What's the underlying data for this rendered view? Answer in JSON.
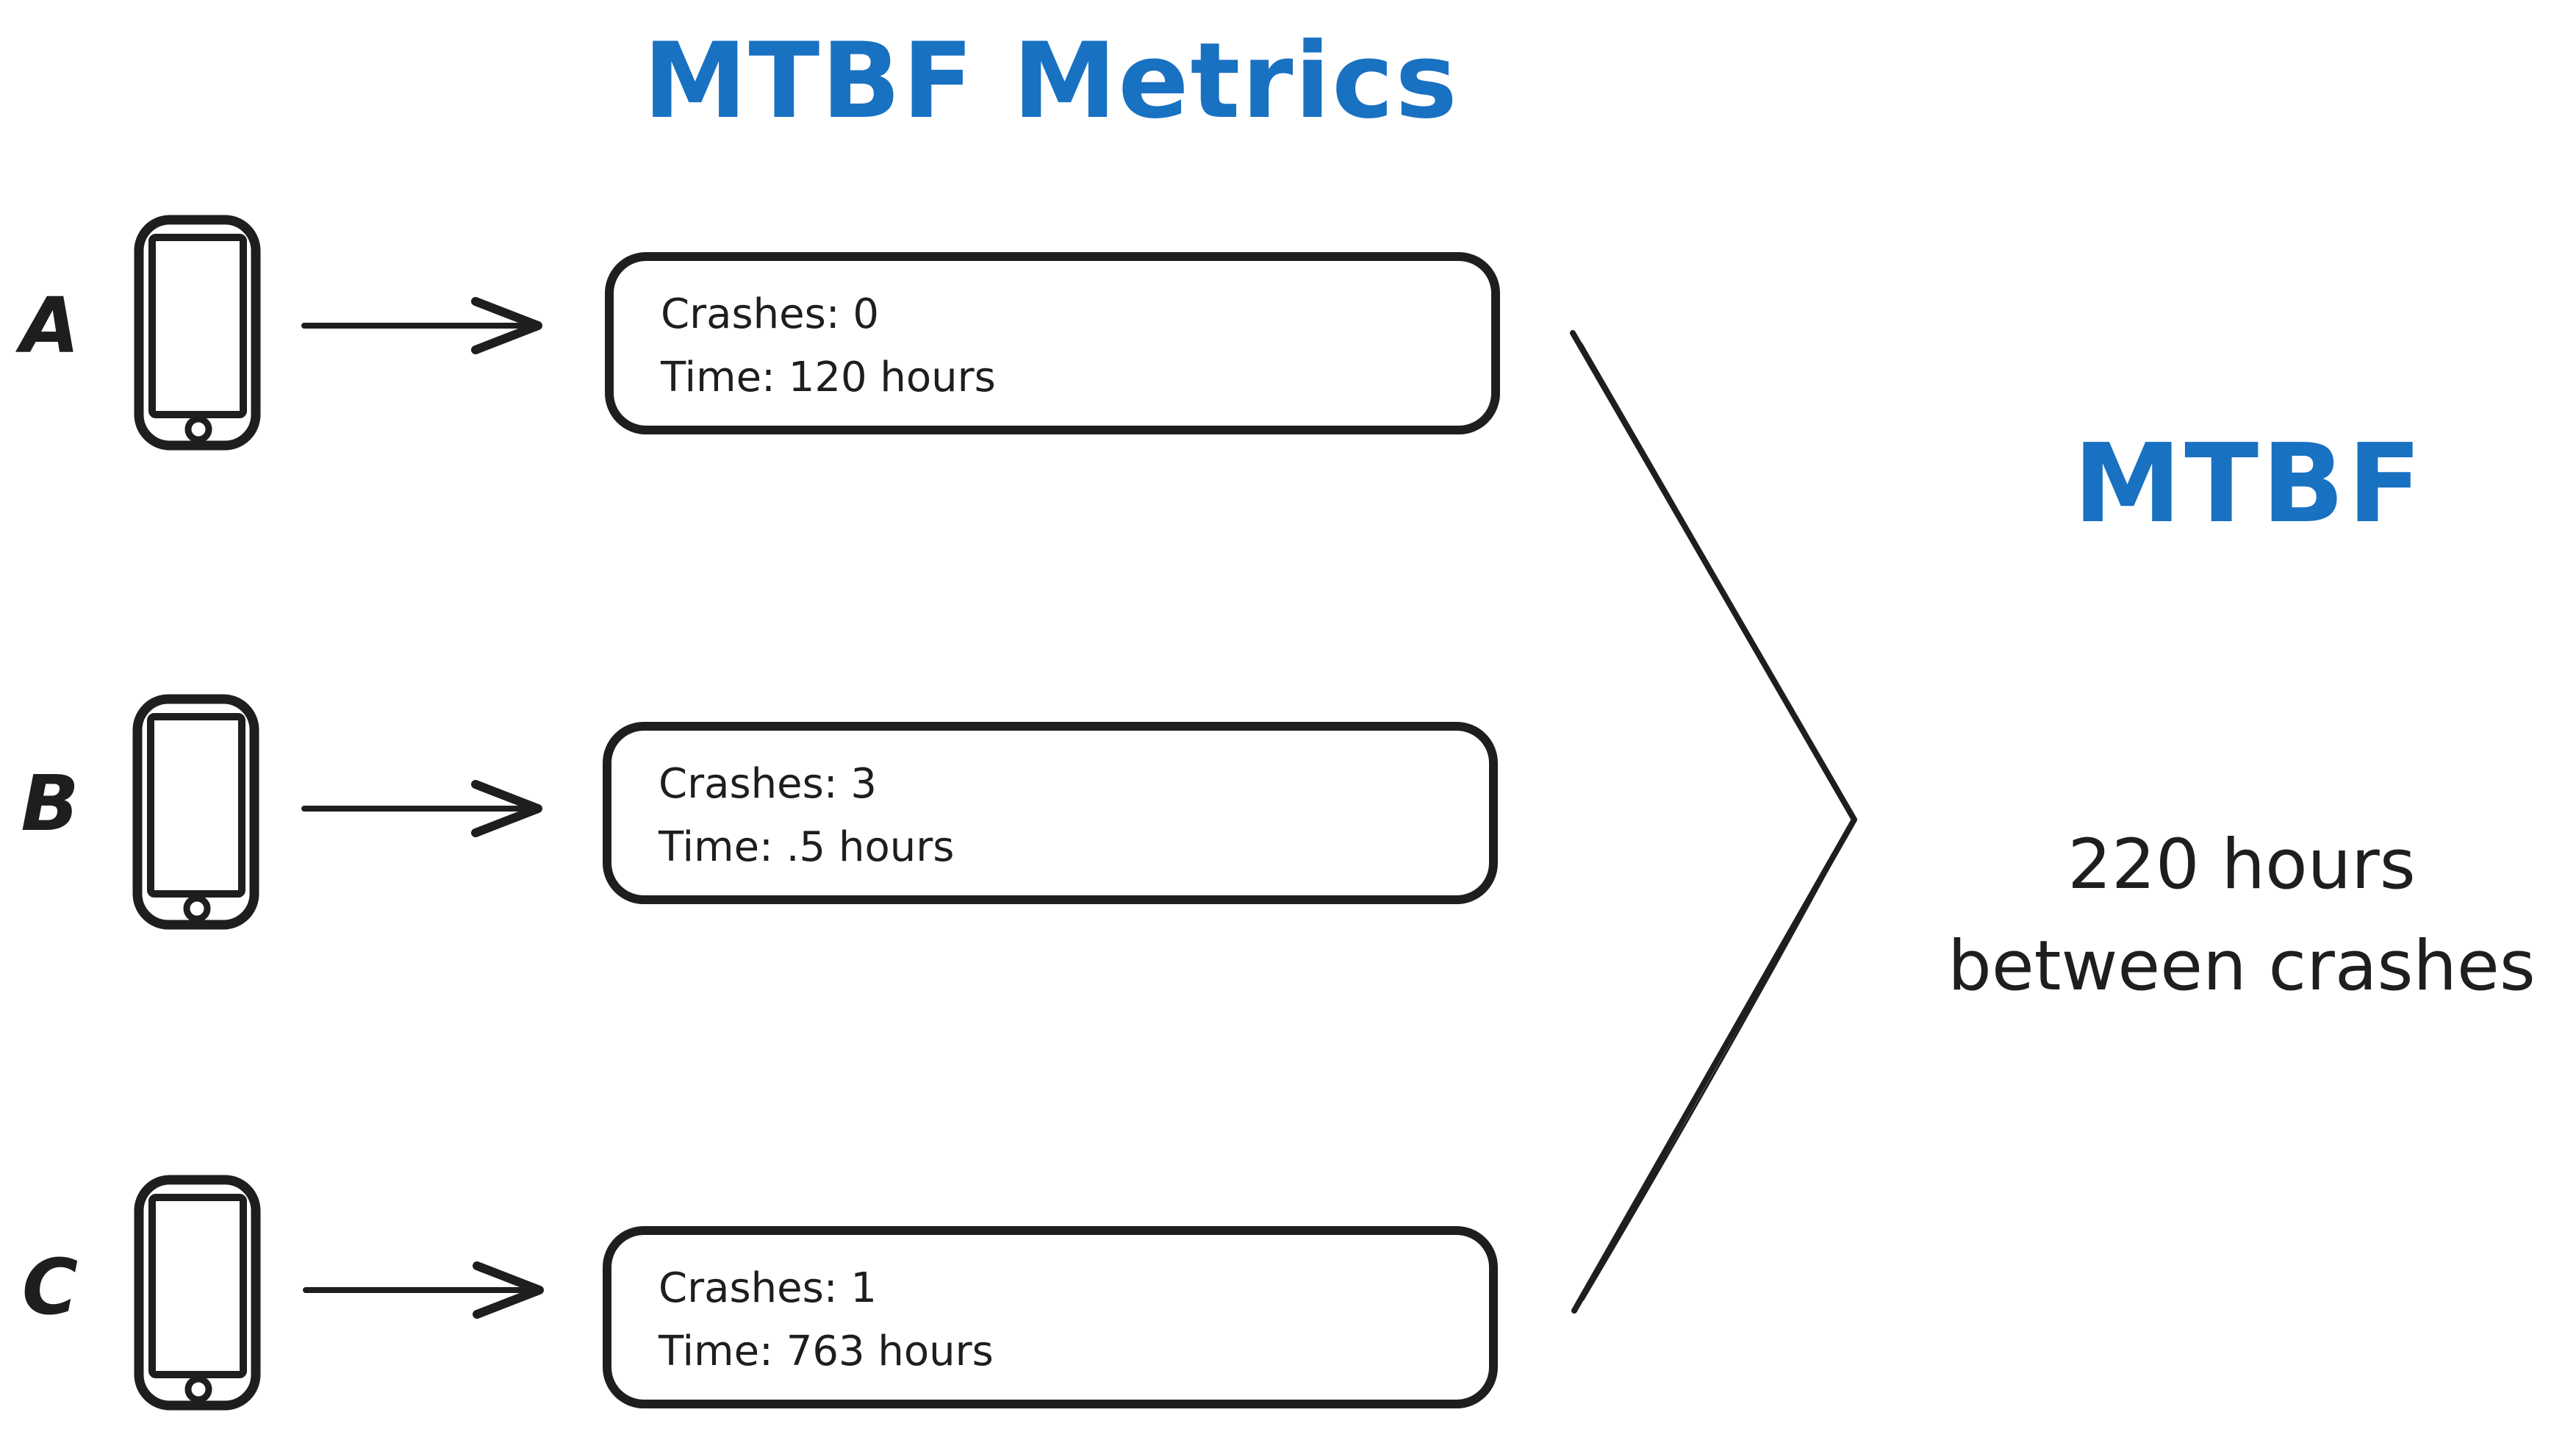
{
  "diagram": {
    "title": "MTBF Metrics",
    "accent_color": "#1971c2",
    "ink_color": "#1e1e1e",
    "devices": [
      {
        "label": "A",
        "crashes_line": "Crashes: 0",
        "time_line": "Time: 120 hours"
      },
      {
        "label": "B",
        "crashes_line": "Crashes: 3",
        "time_line": "Time: .5 hours"
      },
      {
        "label": "C",
        "crashes_line": "Crashes: 1",
        "time_line": "Time: 763 hours"
      }
    ],
    "result": {
      "heading": "MTBF",
      "value_line1": "220 hours",
      "value_line2": "between crashes"
    }
  }
}
